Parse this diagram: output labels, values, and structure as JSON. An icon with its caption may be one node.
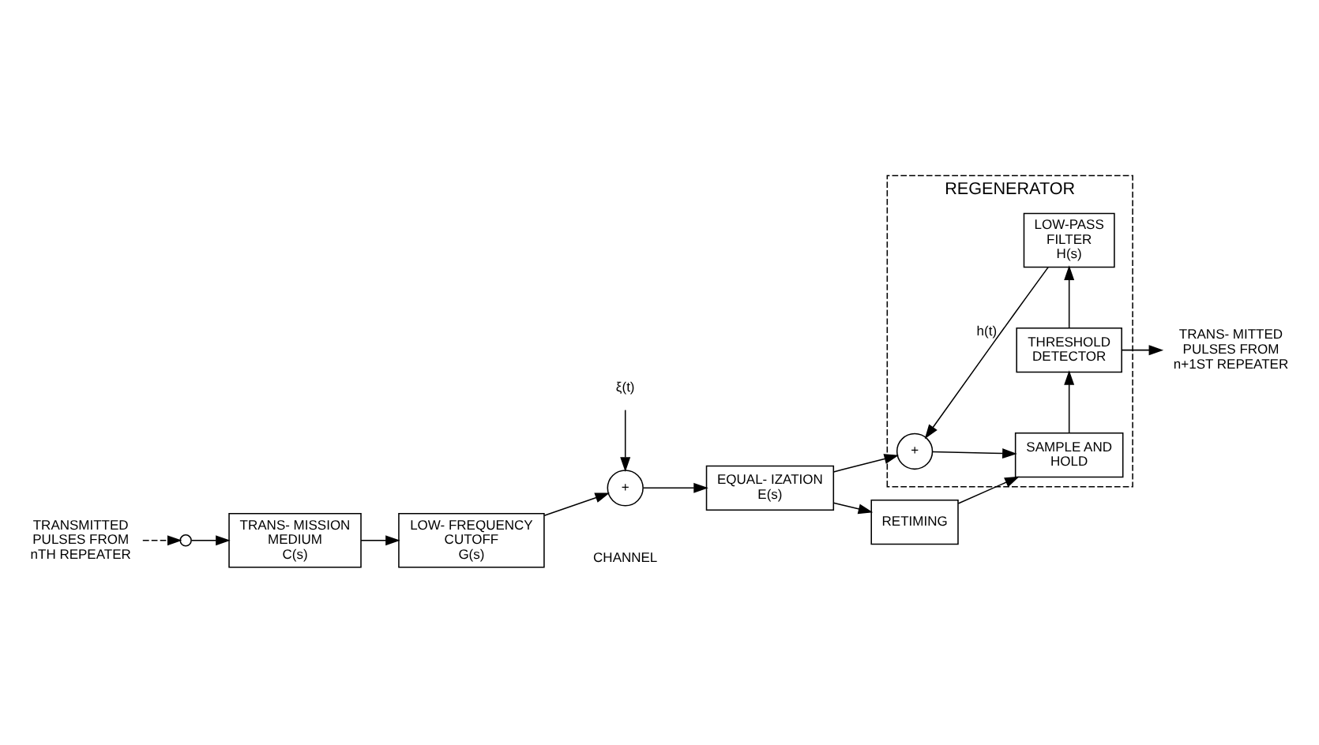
{
  "diagram": {
    "nodes": [
      {
        "text": [
          "TRANSMITTED PULSES FROM nTH REPEATER"
        ]
      },
      {
        "text": [],
        "shape": "circle"
      },
      {
        "text": [
          "TRANS- MISSION MEDIUM",
          "C(s)"
        ]
      },
      {
        "text": [
          "LOW- FREQUENCY CUTOFF",
          "G(s)"
        ]
      },
      {
        "text": [
          "+"
        ]
      },
      {
        "text": [
          "ξ(t)"
        ]
      },
      {
        "text": [
          "EQUAL- IZATION",
          "E(s)"
        ]
      },
      {
        "text": [
          "RETIMING"
        ]
      },
      {
        "text": [
          "REGENERATOR"
        ]
      },
      {
        "text": [
          "+"
        ],
        "in": 8
      },
      {
        "text": [
          "SAMPLE AND HOLD"
        ],
        "in": 8
      },
      {
        "text": [
          "THRESHOLD DETECTOR"
        ],
        "in": 8
      },
      {
        "text": [
          "LOW-PASS FILTER",
          "H(s)"
        ],
        "in": 8
      },
      {
        "text": [
          "TRANS- MITTED PULSES FROM n+1ST REPEATER"
        ]
      }
    ],
    "edges": [
      {
        "from": 0,
        "to": 1,
        "arrow": "to",
        "style": "dashed"
      },
      {
        "from": 1,
        "to": 2,
        "arrow": "to"
      },
      {
        "from": 2,
        "to": 3,
        "arrow": "to"
      },
      {
        "from": 3,
        "to": 4,
        "arrow": "to"
      },
      {
        "from": 5,
        "to": 4,
        "arrow": "to"
      },
      {
        "from": 4,
        "to": 6,
        "arrow": "to"
      },
      {
        "from": 6,
        "to": 9,
        "arrow": "to"
      },
      {
        "from": 6,
        "to": 7,
        "arrow": "to"
      },
      {
        "from": 7,
        "to": 10,
        "arrow": "to"
      },
      {
        "from": 9,
        "to": 10,
        "arrow": "to"
      },
      {
        "from": 10,
        "to": 11,
        "arrow": "to"
      },
      {
        "from": 11,
        "to": 13,
        "arrow": "to"
      },
      {
        "from": 11,
        "to": 12,
        "arrow": "to"
      },
      {
        "from": 12,
        "to": 9,
        "arrow": "to",
        "label": "h(t)"
      }
    ],
    "labels": [
      "CHANNEL"
    ]
  }
}
